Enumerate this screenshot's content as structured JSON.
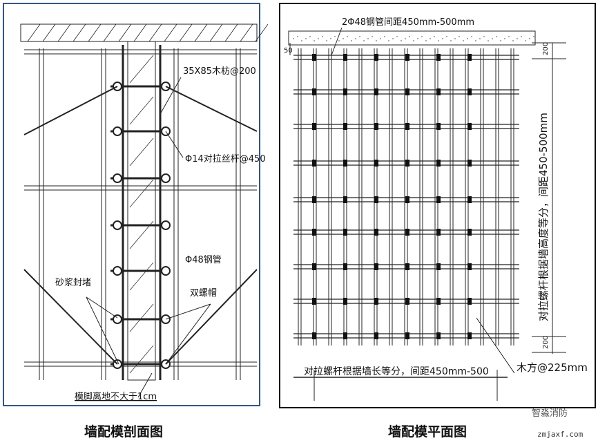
{
  "section_view": {
    "title": "墙配模剖面图",
    "labels": {
      "timber": "35X85木枋@200",
      "tie_rod": "Φ14对拉丝杆@450",
      "steel_pipe": "Φ48钢管",
      "mortar_seal": "砂浆封堵",
      "double_nut": "双螺帽",
      "form_foot": "模脚离地不大于1cm"
    },
    "border_color": "#2f5597"
  },
  "plan_view": {
    "title": "墙配模平面图",
    "labels": {
      "top_pipe": "2Φ48钢管间距450mm-500mm",
      "dim_50": "50",
      "dim_200_top": "200",
      "dim_200_bottom": "200",
      "vertical_spacing": "对拉螺杆根据墙高度等分，间距450-500mm",
      "horizontal_spacing": "对拉螺杆根据墙长等分，间距450mm-500",
      "timber": "木方@225mm"
    }
  },
  "watermark": {
    "name": "智淼消防",
    "url": "zmjaxf.com"
  }
}
